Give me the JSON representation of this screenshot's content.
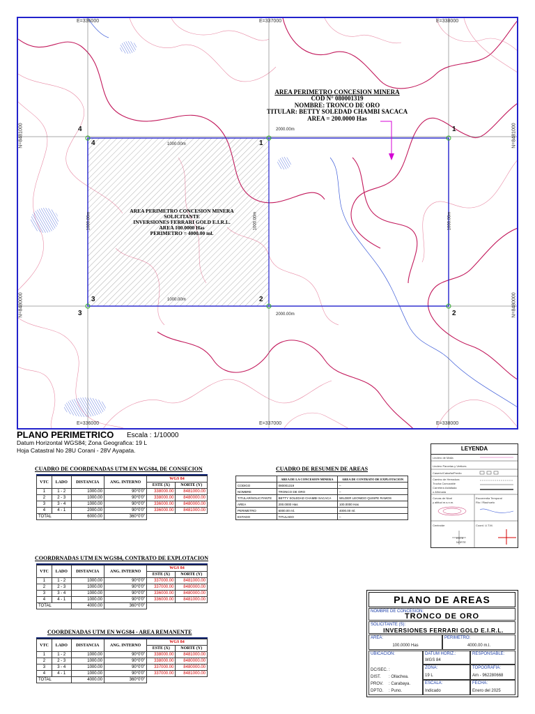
{
  "map": {
    "grid_top": [
      "E=336000",
      "E=337000",
      "E=338000"
    ],
    "grid_bottom": [
      "E=336000",
      "E=337000",
      "E=338000"
    ],
    "grid_left": [
      "N=8481000",
      "N=8480000"
    ],
    "grid_right": [
      "N=8481000",
      "N=8480000"
    ],
    "corners": [
      "1",
      "2",
      "3",
      "4"
    ],
    "distance_label": "1000.00m",
    "distance_label_2000": "2000.00m",
    "concession_label": {
      "line1": "AREA PERIMETRO CONCESION MINERA",
      "line2": "COD N° 080001319",
      "line3": "NOMBRE: TRONCO DE ORO",
      "line4": "TITULAR: BETTY SOLEDAD CHAMBI SACACA",
      "line5": "AREA = 200.0000 Has"
    },
    "solicitante_label": {
      "line1": "AREA PERIMETRO CONCESION MINERA",
      "line2": "SOLICITANTE",
      "line3": "INVERSIONES FERRARI GOLD E.I.R.L.",
      "line4": "AREA 100.0000 Has",
      "line5": "PERIMETRO = 4000.00 ml."
    },
    "colors": {
      "border": "#2222cc",
      "contour": "#c2185b",
      "contour_minor": "#e88aa4",
      "river": "#3a5ad8",
      "pointer": "#d400d4"
    }
  },
  "header": {
    "title": "PLANO PERIMETRICO",
    "scale": "Escala : 1/10000",
    "datum": "Datum Horizontal WGS84; Zona Geografica: 19 L",
    "sheet": "Hoja Catastral No 28U Corani - 28V Ayapata."
  },
  "table1": {
    "title": "CUADRO DE COORDENADAS UTM EN WGS84, DE CONSECION",
    "headers": [
      "VTC",
      "LADO",
      "DISTANCIA",
      "ANG. INTERNO",
      "WGS 84",
      "ESTE (X)",
      "NORTE (Y)"
    ],
    "rows": [
      [
        "1",
        "1 - 2",
        "1000.00",
        "90°0'0\"",
        "338000.00",
        "8481000.00"
      ],
      [
        "2",
        "2 - 3",
        "1000.00",
        "90°0'0\"",
        "338000.00",
        "8480000.00"
      ],
      [
        "3",
        "3 - 4",
        "1000.00",
        "90°0'0\"",
        "336000.00",
        "8480000.00"
      ],
      [
        "4",
        "4 - 1",
        "2000.00",
        "90°0'0\"",
        "336000.00",
        "8481000.00"
      ]
    ],
    "total": [
      "TOTAL",
      "6000.00",
      "360°0'0\""
    ]
  },
  "table2": {
    "title": "COORDRNADAS UTM EN WGS84, CONTRATO DE EXPLOTACION",
    "headers": [
      "VTC",
      "LADO",
      "DISTANCIA",
      "ANG. INTERNO",
      "WGS 84",
      "ESTE (X)",
      "NORTE (Y)"
    ],
    "rows": [
      [
        "1",
        "1 - 2",
        "1000.00",
        "90°0'0\"",
        "337000.00",
        "8481000.00"
      ],
      [
        "2",
        "2 - 3",
        "1000.00",
        "90°0'0\"",
        "337000.00",
        "8480000.00"
      ],
      [
        "3",
        "3 - 4",
        "1000.00",
        "90°0'0\"",
        "336000.00",
        "8480000.00"
      ],
      [
        "4",
        "4 - 1",
        "1000.00",
        "90°0'0\"",
        "336000.00",
        "8481000.00"
      ]
    ],
    "total": [
      "TOTAL",
      "4000.00",
      "360°0'0\""
    ]
  },
  "table3": {
    "title": "COORDENADAS UTM EN WGS84 - AREA REMANENTE",
    "headers": [
      "VTC",
      "LADO",
      "DISTANCIA",
      "ANG. INTERNO",
      "WGS 84",
      "ESTE (X)",
      "NORTE (Y)"
    ],
    "rows": [
      [
        "1",
        "1 - 2",
        "1000.00",
        "90°0'0\"",
        "338000.00",
        "8481000.00"
      ],
      [
        "2",
        "2 - 3",
        "1000.00",
        "90°0'0\"",
        "338000.00",
        "8480000.00"
      ],
      [
        "3",
        "3 - 4",
        "1000.00",
        "90°0'0\"",
        "337000.00",
        "8480000.00"
      ],
      [
        "4",
        "4 - 1",
        "1000.00",
        "90°0'0\"",
        "337000.00",
        "8481000.00"
      ]
    ],
    "total": [
      "TOTAL",
      "4000.00",
      "360°0'0\""
    ]
  },
  "resumen": {
    "title": "CUADRO DE RESUMEN DE AREAS",
    "headers": [
      "AREA DE LA CONCESION MINERA",
      "AREA DE CONTRATO DE EXPLOTACION"
    ],
    "rows": [
      [
        "CODIGO",
        "080001319",
        "–"
      ],
      [
        "NOMBRE",
        "TRONCO DE ORO",
        "–"
      ],
      [
        "TITULAR/SOLICITANTE",
        "BETTY SOLEDAD CHAMBI SACACA",
        "WILDER LEONIDO QUISPE RAMOS"
      ],
      [
        "AREA",
        "200.0000 Has",
        "100.0000 Has"
      ],
      [
        "PERIMETRO",
        "6000.00 ml.",
        "4000.00 ml."
      ],
      [
        "ESTADO",
        "TITULADO",
        "–"
      ]
    ]
  },
  "legend": {
    "title": "LEYENDA",
    "items": [
      "Lindero de Malla",
      "Lindero Parcelas y Vertices",
      "Caserio/Cabaña/Predio",
      "Camino de Herradura",
      "Trocha Carrozable",
      "Carretera Asfaltada",
      "o Afirmada",
      "Curvas de Nivel",
      "y altitud m.s.n.m.",
      "Escorrentia Temporal",
      "Rio / Riachuelo",
      "Centroide",
      "Coord. U.T.M.",
      "ESTE",
      "NORTE"
    ]
  },
  "titleblock": {
    "main": "PLANO DE AREAS",
    "concesion_label": "NOMBRE DE CONCESION:",
    "concesion": "TRONCO DE ORO",
    "solicitante_label": "SOLICITANTE (S):",
    "solicitante": "INVERSIONES FERRARI GOLD E.I.R.L.",
    "area_label": "AREA:",
    "area": "100.0000 Has",
    "perimetro_label": "PERIMETRO:",
    "perimetro": "4000.00 m.l.",
    "ubicacion_label": "UBICACION:",
    "datum_label": "DATUM HORIZ.:",
    "datum": "WGS 84",
    "responsable_label": "RESPONSABLE:",
    "dc": "DC/SEC.",
    "dc_val": ":",
    "dist": "DIST.",
    "dist_val": ": Ollachea.",
    "prov": "PROV.",
    "prov_val": ": Carabaya.",
    "dpto": "DPTO.",
    "dpto_val": ": Puno.",
    "zona_label": "ZONA:",
    "zona": "19 L",
    "topografia_label": "TOPOGRAFIA:",
    "topografia": "Am - 962280668",
    "escala_label": "ESCALA:",
    "escala": "Indicado",
    "fecha_label": "FECHA:",
    "fecha": "Enero del 2025"
  }
}
